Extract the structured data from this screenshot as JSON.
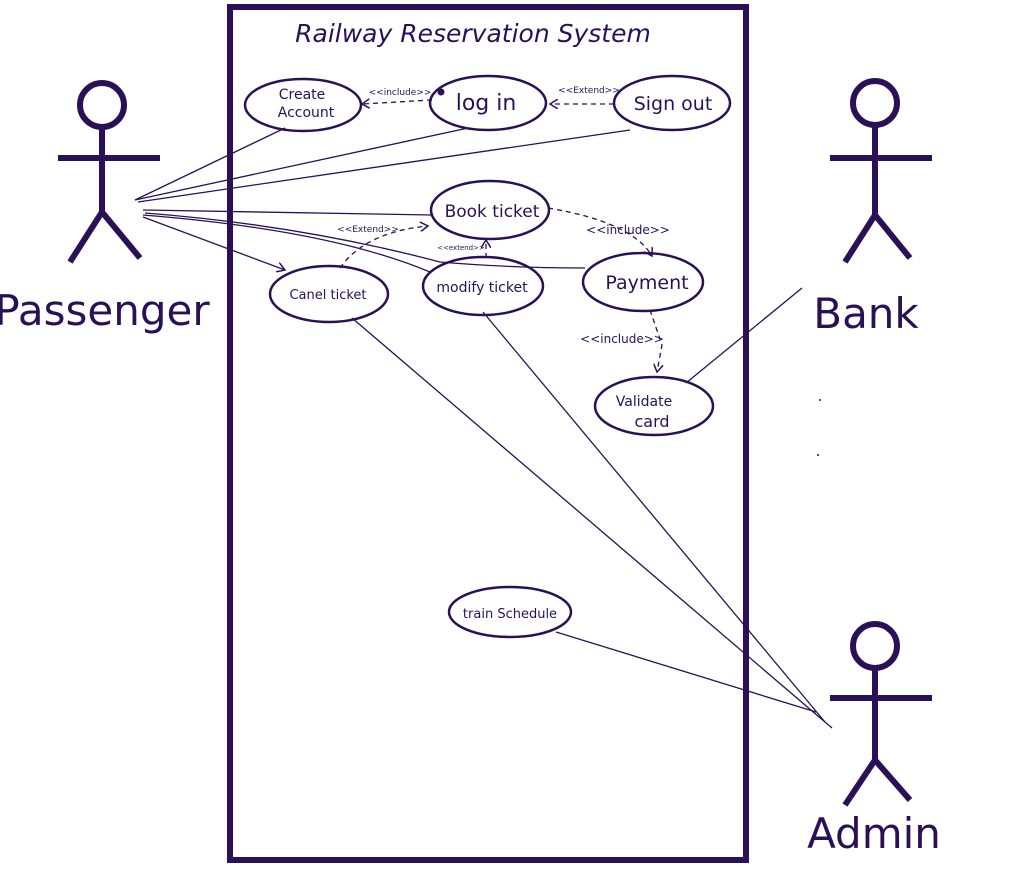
{
  "diagram": {
    "title": "Railway Reservation System",
    "ink_color": "#2a1157",
    "background": "#ffffff",
    "actors": {
      "passenger": "Passenger",
      "bank": "Bank",
      "admin": "Admin"
    },
    "use_cases": {
      "create_account": [
        "Create",
        "Account"
      ],
      "log_in": "log in",
      "sign_out": "Sign out",
      "book_ticket": "Book ticket",
      "cancel_ticket": "Canel ticket",
      "modify_ticket": "modify ticket",
      "payment": "Payment",
      "validate_card": [
        "Validate",
        "card"
      ],
      "train_schedule": "train Schedule"
    },
    "relations": {
      "login_create": "<<include>>",
      "signout_login": "<<Extend>>",
      "cancel_book": "<<Extend>>",
      "modify_book": "<<extend>>",
      "book_payment": "<<include>>",
      "payment_validate": "<<include>>"
    }
  }
}
